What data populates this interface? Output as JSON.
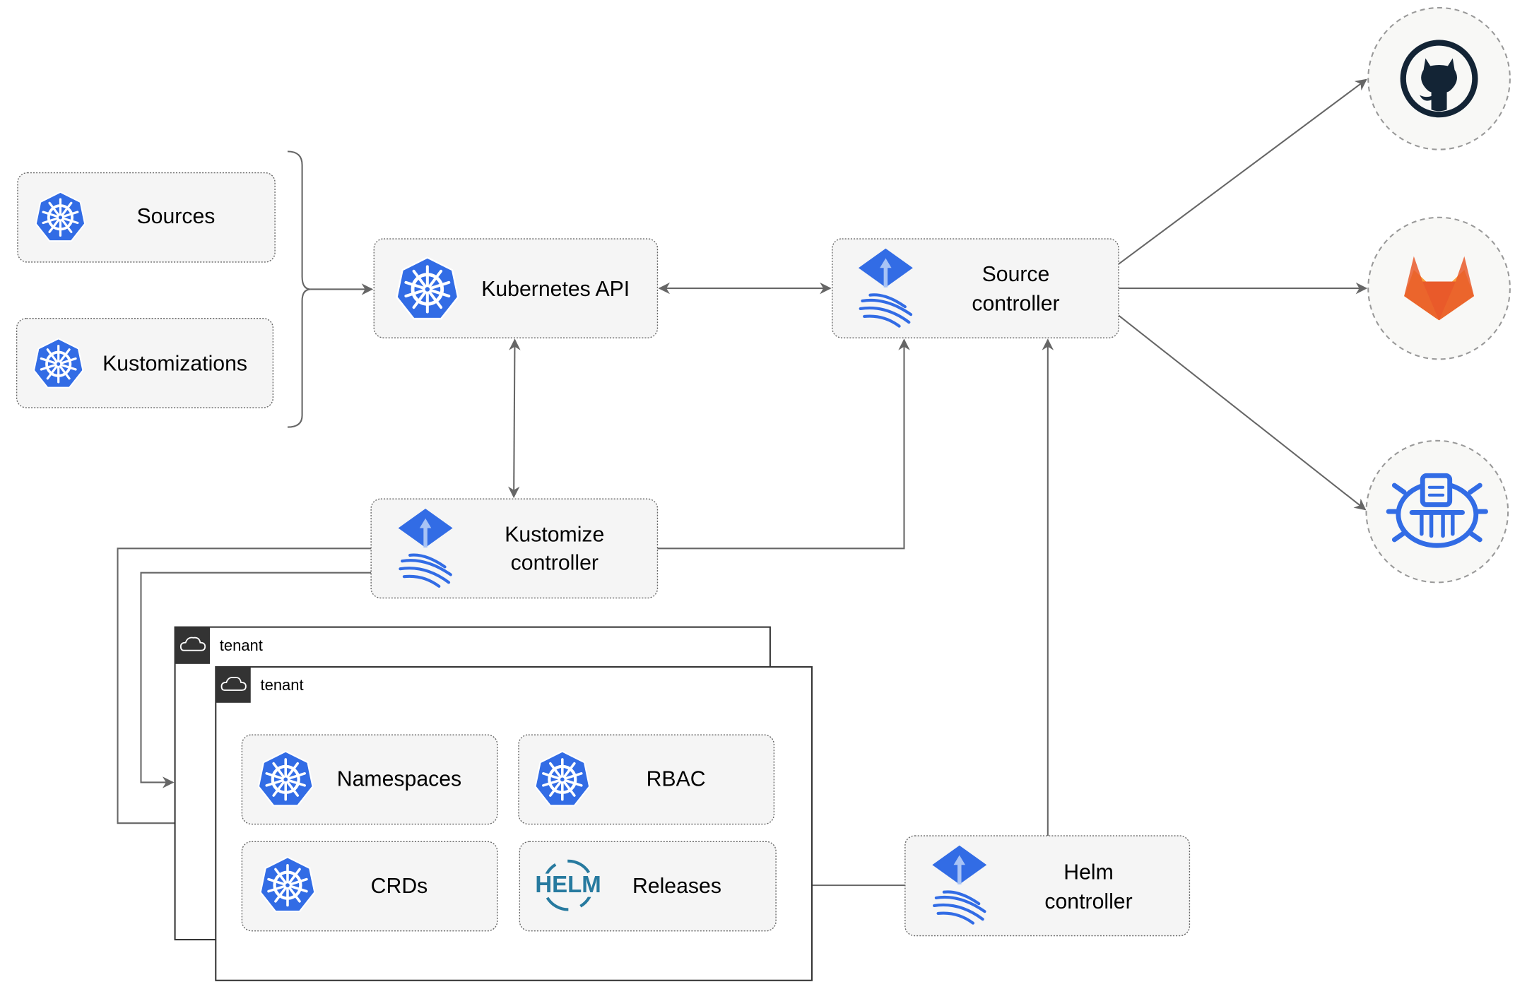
{
  "nodes": {
    "sources": "Sources",
    "kustomizations": "Kustomizations",
    "kubernetes_api": "Kubernetes API",
    "source_controller": [
      "Source",
      "controller"
    ],
    "kustomize_controller": [
      "Kustomize",
      "controller"
    ],
    "helm_controller": [
      "Helm",
      "controller"
    ],
    "namespaces": "Namespaces",
    "rbac": "RBAC",
    "crds": "CRDs",
    "releases": "Releases"
  },
  "tenants": [
    "tenant",
    "tenant"
  ],
  "external_sources": [
    {
      "icon": "github-icon"
    },
    {
      "icon": "gitlab-icon"
    },
    {
      "icon": "bucket-icon"
    }
  ],
  "logos": {
    "helm": "HELM"
  },
  "colors": {
    "kubernetes_blue": "#326ce5",
    "box_fill": "#f5f5f5",
    "edge": "#666666",
    "github": "#132435",
    "gitlab_orange": "#e95a2a",
    "gitlab_yellow": "#f9a03a",
    "helm": "#277a9f",
    "tenant_header": "#333333"
  }
}
